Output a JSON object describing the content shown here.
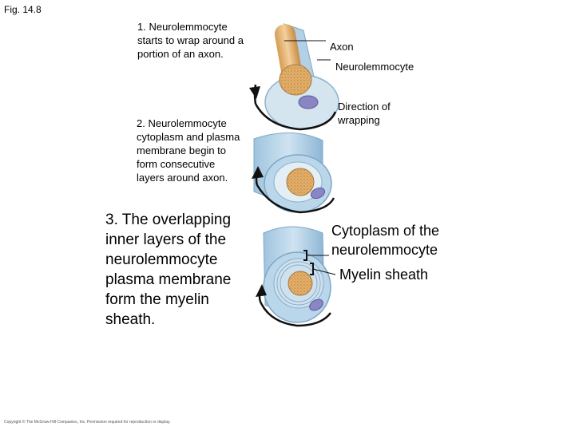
{
  "figure": {
    "label": "Fig. 14.8"
  },
  "steps": [
    {
      "text": "1. Neurolemmocyte starts to wrap around a portion of an axon."
    },
    {
      "text": "2. Neurolemmocyte cytoplasm and plasma membrane begin to form consecutive layers around axon."
    },
    {
      "text": "3. The overlapping inner layers of the neurolemmocyte plasma membrane form the myelin sheath."
    }
  ],
  "labels": {
    "axon": "Axon",
    "neurolemmocyte": "Neurolemmocyte",
    "direction": "Direction of wrapping",
    "cytoplasm": "Cytoplasm of the neurolemmocyte",
    "myelin": "Myelin sheath"
  },
  "footer": {
    "copyright": "Copyright © The McGraw-Hill Companies, Inc. Permission required for reproduction or display."
  },
  "colors": {
    "axon_fill": "#e8b77a",
    "axon_core": "#d9a35c",
    "cell_fill": "#b9d6ea",
    "cell_light": "#dde9f1",
    "nucleus": "#8a86c4",
    "arrow": "#111111"
  }
}
